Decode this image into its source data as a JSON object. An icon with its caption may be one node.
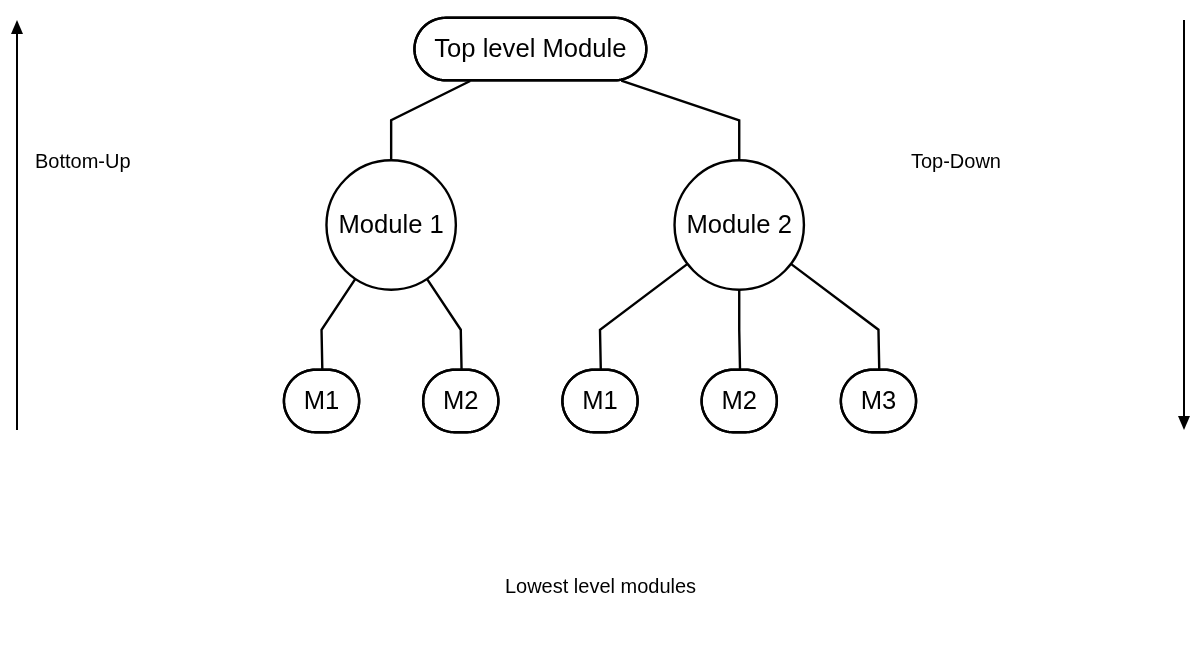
{
  "diagram": {
    "nodes": [
      {
        "text": [
          "Top level Module"
        ]
      },
      {
        "text": [
          "Module 1"
        ]
      },
      {
        "text": [
          "Module 2"
        ]
      },
      {
        "text": [
          "M1"
        ]
      },
      {
        "text": [
          "M2"
        ]
      },
      {
        "text": [
          "M1"
        ]
      },
      {
        "text": [
          "M2"
        ]
      },
      {
        "text": [
          "M3"
        ]
      }
    ],
    "edges": [
      {
        "from": 0,
        "to": 1,
        "arrow": "none"
      },
      {
        "from": 0,
        "to": 2,
        "arrow": "none"
      },
      {
        "from": 1,
        "to": 3,
        "arrow": "none"
      },
      {
        "from": 1,
        "to": 4,
        "arrow": "none"
      },
      {
        "from": 2,
        "to": 5,
        "arrow": "none"
      },
      {
        "from": 2,
        "to": 6,
        "arrow": "none"
      },
      {
        "from": 2,
        "to": 7,
        "arrow": "none"
      }
    ],
    "labels": [
      "Bottom-Up",
      "Top-Down",
      "Lowest level modules"
    ]
  }
}
